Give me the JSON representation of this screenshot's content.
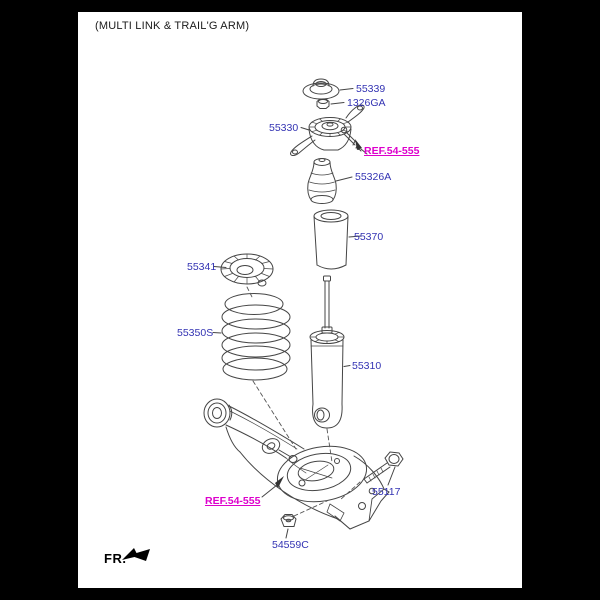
{
  "title": "(MULTI LINK & TRAIL'G ARM)",
  "callouts": {
    "cap": "55339",
    "mount_nut": "1326GA",
    "strut_mount": "55330",
    "ref_top": "REF.54-555",
    "bumper": "55326A",
    "dust_cover": "55370",
    "spring_pad": "55341",
    "coil_spring": "55350S",
    "shock_absorber": "55310",
    "arm_bolt": "55117",
    "ref_bottom": "REF.54-555",
    "arm_nut": "54559C"
  },
  "direction_marker": "FR.",
  "colors": {
    "page_background": "#000000",
    "canvas_background": "#ffffff",
    "part_label": "#3333b3",
    "ref_link": "#dd00cc",
    "line_art": "#454545"
  },
  "icons": {
    "fr_arrow": "direction-arrow-down-left"
  }
}
